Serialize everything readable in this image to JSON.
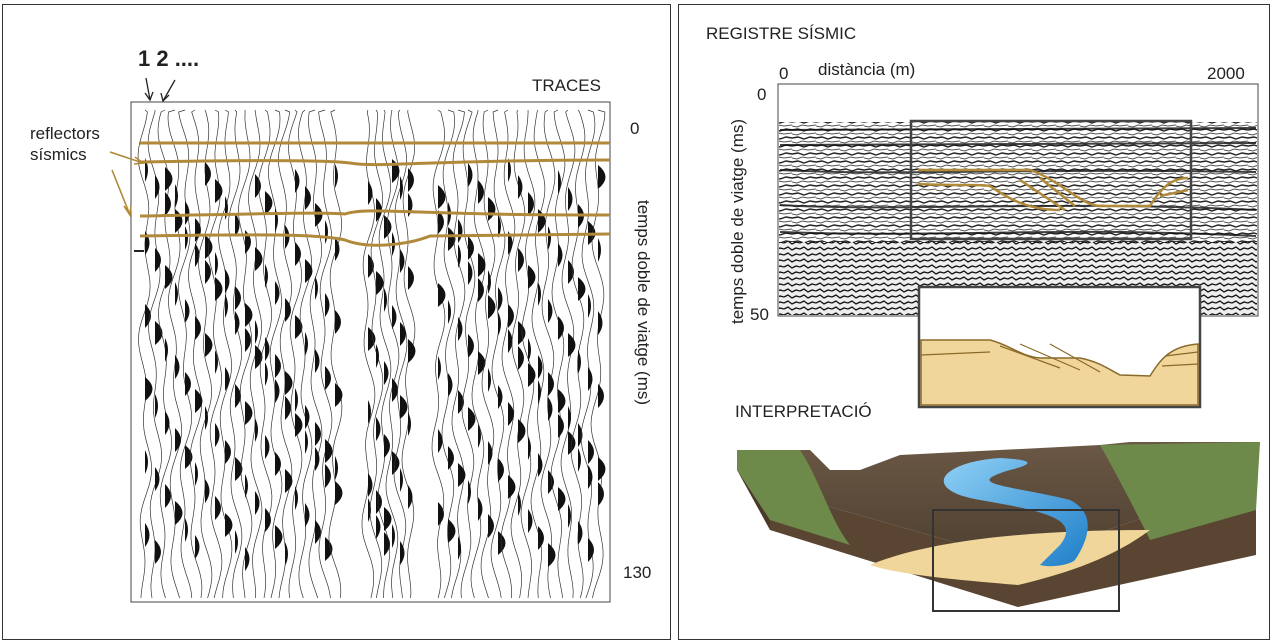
{
  "left_panel": {
    "trace_numbers": "1  2 ....",
    "traces_label": "TRACES",
    "reflectors_label_line1": "reflectors",
    "reflectors_label_line2": "sísmics",
    "time_axis_label": "temps doble de viatge (ms)",
    "time_ticks": [
      "0",
      "130"
    ]
  },
  "right_panel": {
    "section_title": "REGISTRE SÍSMIC",
    "distance_label": "distància (m)",
    "distance_ticks": [
      "0",
      "2000"
    ],
    "time_axis_label": "temps doble de viatge (ms)",
    "time_ticks": [
      "0",
      "50"
    ],
    "interpretation_title": "INTERPRETACIÓ"
  },
  "colors": {
    "reflector": "#b08a3a",
    "sand": "#f0d69a",
    "river": "#4aa3e0",
    "land_brown": "#5a4a3a",
    "grass": "#6d8a4a"
  }
}
